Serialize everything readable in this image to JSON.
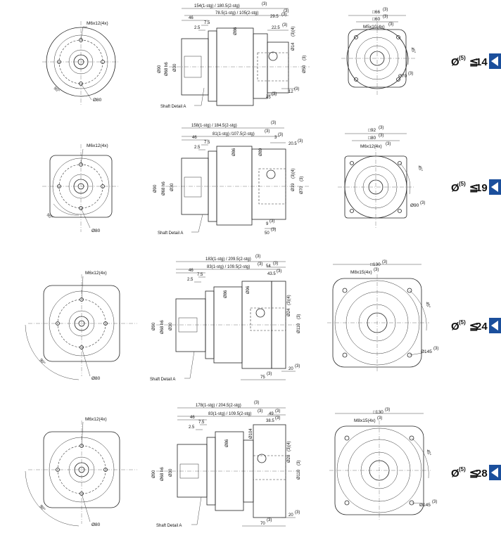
{
  "rows": [
    {
      "size": {
        "prefix": "Ø",
        "sup": "(5)",
        "rel": "≦",
        "value": "14"
      },
      "front": {
        "thread": "M6x12(4x)",
        "pcd": "Ø80",
        "angle": "90°"
      },
      "side": {
        "total": "154(1-stg) / 180.5(2-stg)",
        "total_sup": "(3)",
        "body": "78.5(1-stg) / 105(2-stg)",
        "body_sup": "(3)",
        "a": "46",
        "b": "7.5",
        "c": "2.5",
        "d86": "Ø86",
        "d90": "Ø90",
        "d68": "Ø68 h6",
        "d30": "Ø30",
        "flange": "29.5",
        "flange_sup": "(3)",
        "r1": "22.5",
        "r1_sup": "(3)",
        "bore": "Ø14",
        "bore_sup": "(3)(4)",
        "pilot": "Ø50",
        "pilot_sup": "(3)",
        "len": "45",
        "len_sup": "(3)",
        "lip": "12",
        "lip_sup": "(3)",
        "detail": "Shaft Detail  A"
      },
      "back": {
        "sq1": "□66",
        "sq1_sup": "(3)",
        "sq2": "□60",
        "sq2_sup": "(3)",
        "thread": "M5x10(4x)",
        "thread_sup": "(3)",
        "pcd": "Ø70",
        "pcd_sup": "(3)",
        "angle": "45°"
      }
    },
    {
      "size": {
        "prefix": "Ø",
        "sup": "(5)",
        "rel": "≦",
        "value": "19"
      },
      "front": {
        "thread": "M6x12(4x)",
        "pcd": "Ø80",
        "angle": "90°"
      },
      "side": {
        "total": "158(1-stg) / 184.5(2-stg)",
        "total_sup": "(3)",
        "body": "81(1-stg) /107.5(2-stg)",
        "body_sup": "(3)",
        "a": "46",
        "b": "7.5",
        "c": "2.5",
        "d86": "Ø86",
        "d89": "Ø89",
        "d90": "Ø90",
        "d68": "Ø68 h6",
        "d30": "Ø30",
        "flange": "3",
        "flange_sup": "(3)",
        "r1": "20.5",
        "r1_sup": "(3)",
        "bore": "Ø19",
        "bore_sup": "(3)(4)",
        "pilot": "Ø70",
        "pilot_sup": "(3)",
        "len": "50",
        "len_sup": "(3)",
        "lip": "9",
        "lip_sup": "(3)",
        "detail": "Shaft Detail  A"
      },
      "back": {
        "sq1": "□92",
        "sq1_sup": "(3)",
        "sq2": "□80",
        "sq2_sup": "(3)",
        "thread": "M6x12(4x)",
        "thread_sup": "(3)",
        "pcd": "Ø90",
        "pcd_sup": "(3)",
        "angle": "45°"
      }
    },
    {
      "size": {
        "prefix": "Ø",
        "sup": "(5)",
        "rel": "≦",
        "value": "24"
      },
      "front": {
        "thread": "M6x12(4x)",
        "pcd": "Ø80",
        "angle": "90°"
      },
      "side": {
        "total": "183(1-stg) / 209.5(2-stg)",
        "total_sup": "(3)",
        "body": "83(1-stg) / 109.5(2-stg)",
        "body_sup": "(3)",
        "a": "46",
        "b": "7.5",
        "c": "2.5",
        "d86": "Ø86",
        "d96": "Ø96",
        "d90": "Ø90",
        "d68": "Ø68 h6",
        "d30": "Ø30",
        "flange": "54",
        "flange_sup": "(3)",
        "r1": "43.5",
        "r1_sup": "(3)",
        "bore": "Ø24",
        "bore_sup": "(3)(4)",
        "pilot": "Ø110",
        "pilot_sup": "(3)",
        "len": "75",
        "len_sup": "(3)",
        "lip": "20",
        "lip_sup": "(3)",
        "detail": "Shaft Detail  A"
      },
      "back": {
        "sq1": "□130",
        "sq1_sup": "(3)",
        "thread": "M8x15(4x)",
        "thread_sup": "(3)",
        "pcd": "Ø145",
        "pcd_sup": "(3)",
        "angle": "45°"
      }
    },
    {
      "size": {
        "prefix": "Ø",
        "sup": "(5)",
        "rel": "≦",
        "value": "28"
      },
      "front": {
        "thread": "M6x12(4x)",
        "pcd": "Ø80",
        "angle": "90°"
      },
      "side": {
        "total": "178(1-stg) / 204.5(2-stg)",
        "total_sup": "(3)",
        "body": "83(1-stg) / 109.5(2-stg)",
        "body_sup": "(3)",
        "a": "46",
        "b": "7.5",
        "c": "2.5",
        "d86": "Ø86",
        "d104": "Ø104",
        "d90": "Ø90",
        "d68": "Ø68 h6",
        "d30": "Ø30",
        "flange": "49",
        "flange_sup": "(3)",
        "r1": "38.5",
        "r1_sup": "(3)",
        "bore": "Ø28",
        "bore_sup": "(3)(4)",
        "pilot": "Ø110",
        "pilot_sup": "(3)",
        "len": "70",
        "len_sup": "(3)",
        "lip": "20",
        "lip_sup": "(3)",
        "detail": "Shaft Detail  A"
      },
      "back": {
        "sq1": "□130",
        "sq1_sup": "(3)",
        "thread": "M8x15(4x)",
        "thread_sup": "(3)",
        "pcd": "Ø145",
        "pcd_sup": "(3)",
        "angle": "45°"
      }
    }
  ]
}
